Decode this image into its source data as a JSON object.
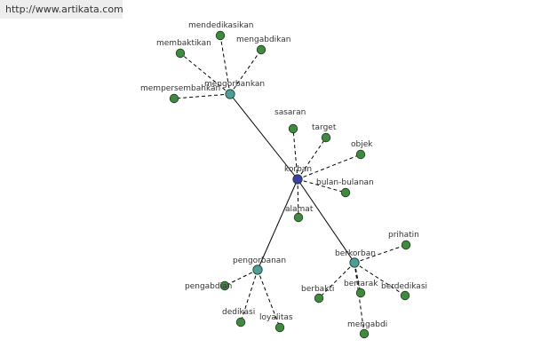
{
  "source_url": "http://www.artikata.com",
  "colors": {
    "center": "#3c3fa8",
    "hub": "#4e9c9c",
    "leaf": "#3f8a3f",
    "edge": "#000000"
  },
  "graph": {
    "nodes": [
      {
        "id": "korban",
        "label": "korban",
        "kind": "center"
      },
      {
        "id": "mengorbankan",
        "label": "mengorbankan",
        "kind": "hub"
      },
      {
        "id": "pengorbanan",
        "label": "pengorbanan",
        "kind": "hub"
      },
      {
        "id": "berkorban",
        "label": "berkorban",
        "kind": "hub"
      },
      {
        "id": "mendedikasikan",
        "label": "mendedikasikan",
        "kind": "leaf"
      },
      {
        "id": "mengabdikan",
        "label": "mengabdikan",
        "kind": "leaf"
      },
      {
        "id": "membaktikan",
        "label": "membaktikan",
        "kind": "leaf"
      },
      {
        "id": "mempersembahkan",
        "label": "mempersembahkan",
        "kind": "leaf"
      },
      {
        "id": "sasaran",
        "label": "sasaran",
        "kind": "leaf"
      },
      {
        "id": "target",
        "label": "target",
        "kind": "leaf"
      },
      {
        "id": "objek",
        "label": "objek",
        "kind": "leaf"
      },
      {
        "id": "bulan-bulanan",
        "label": "bulan-bulanan",
        "kind": "leaf"
      },
      {
        "id": "alamat",
        "label": "alamat",
        "kind": "leaf"
      },
      {
        "id": "pengabdian",
        "label": "pengabdian",
        "kind": "leaf"
      },
      {
        "id": "dedikasi",
        "label": "dedikasi",
        "kind": "leaf"
      },
      {
        "id": "loyalitas",
        "label": "loyalitas",
        "kind": "leaf"
      },
      {
        "id": "prihatin",
        "label": "prihatin",
        "kind": "leaf"
      },
      {
        "id": "berbakti",
        "label": "berbakti",
        "kind": "leaf"
      },
      {
        "id": "bertarak",
        "label": "bertarak",
        "kind": "leaf"
      },
      {
        "id": "berdedikasi",
        "label": "berdedikasi",
        "kind": "leaf"
      },
      {
        "id": "mengabdi",
        "label": "mengabdi",
        "kind": "leaf"
      }
    ],
    "edges": [
      {
        "from": "korban",
        "to": "mengorbankan",
        "style": "solid"
      },
      {
        "from": "korban",
        "to": "pengorbanan",
        "style": "solid"
      },
      {
        "from": "korban",
        "to": "berkorban",
        "style": "solid"
      },
      {
        "from": "mengorbankan",
        "to": "mendedikasikan",
        "style": "dashed"
      },
      {
        "from": "mengorbankan",
        "to": "mengabdikan",
        "style": "dashed"
      },
      {
        "from": "mengorbankan",
        "to": "membaktikan",
        "style": "dashed"
      },
      {
        "from": "mengorbankan",
        "to": "mempersembahkan",
        "style": "dashed"
      },
      {
        "from": "korban",
        "to": "sasaran",
        "style": "dashed"
      },
      {
        "from": "korban",
        "to": "target",
        "style": "dashed"
      },
      {
        "from": "korban",
        "to": "objek",
        "style": "dashed"
      },
      {
        "from": "korban",
        "to": "bulan-bulanan",
        "style": "dashed"
      },
      {
        "from": "korban",
        "to": "alamat",
        "style": "dashed"
      },
      {
        "from": "pengorbanan",
        "to": "pengabdian",
        "style": "dashed"
      },
      {
        "from": "pengorbanan",
        "to": "dedikasi",
        "style": "dashed"
      },
      {
        "from": "pengorbanan",
        "to": "loyalitas",
        "style": "dashed"
      },
      {
        "from": "berkorban",
        "to": "prihatin",
        "style": "dashed"
      },
      {
        "from": "berkorban",
        "to": "berbakti",
        "style": "dashed"
      },
      {
        "from": "berkorban",
        "to": "bertarak",
        "style": "dashed"
      },
      {
        "from": "berkorban",
        "to": "berdedikasi",
        "style": "dashed"
      },
      {
        "from": "berkorban",
        "to": "mengabdi",
        "style": "dashed"
      }
    ]
  }
}
